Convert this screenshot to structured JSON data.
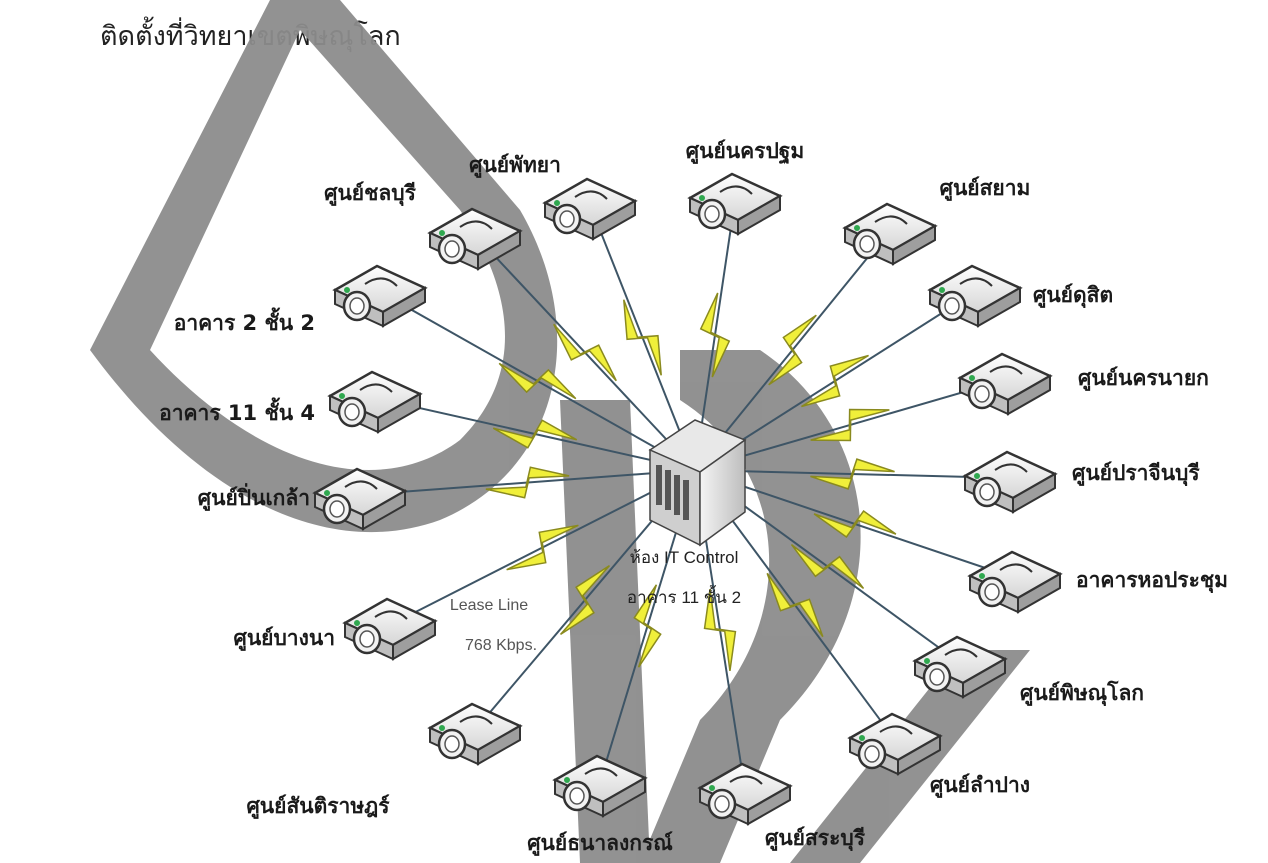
{
  "title": "ติดตั้งที่วิทยาเขตพิษณุโลก",
  "hub": {
    "line1": "ห้อง IT Control",
    "line2": "อาคาร 11 ชั้น 2"
  },
  "link": {
    "line1": "Lease Line",
    "line2": "768 Kbps."
  },
  "sites": [
    {
      "id": "chonburi",
      "label": "ศูนย์ชลบุรี"
    },
    {
      "id": "pattaya",
      "label": "ศูนย์พัทยา"
    },
    {
      "id": "nakhonpathom",
      "label": "ศูนย์นครปฐม"
    },
    {
      "id": "siam",
      "label": "ศูนย์สยาม"
    },
    {
      "id": "dusit",
      "label": "ศูนย์ดุสิต"
    },
    {
      "id": "nakhonnayok",
      "label": "ศูนย์นครนายก"
    },
    {
      "id": "prachinburi",
      "label": "ศูนย์ปราจีนบุรี"
    },
    {
      "id": "meeting-hall",
      "label": "อาคารหอประชุม"
    },
    {
      "id": "phitsanulok",
      "label": "ศูนย์พิษณุโลก"
    },
    {
      "id": "lampang",
      "label": "ศูนย์ลำปาง"
    },
    {
      "id": "saraburi",
      "label": "ศูนย์สระบุรี"
    },
    {
      "id": "thanalongkorn",
      "label": "ศูนย์ธนาลงกรณ์"
    },
    {
      "id": "santirat",
      "label": "ศูนย์สันติราษฎร์"
    },
    {
      "id": "bangna",
      "label": "ศูนย์บางนา"
    },
    {
      "id": "pinklao",
      "label": "ศูนย์ปิ่นเกล้า"
    },
    {
      "id": "building11-floor4",
      "label": "อาคาร 11 ชั้น 4"
    },
    {
      "id": "building2-floor2",
      "label": "อาคาร 2 ชั้น 2"
    }
  ],
  "colors": {
    "bolt": "#f0ef3a",
    "bolt_stroke": "#8a8a1e",
    "line": "#3e5566",
    "watermark": "#8c8c8c"
  }
}
